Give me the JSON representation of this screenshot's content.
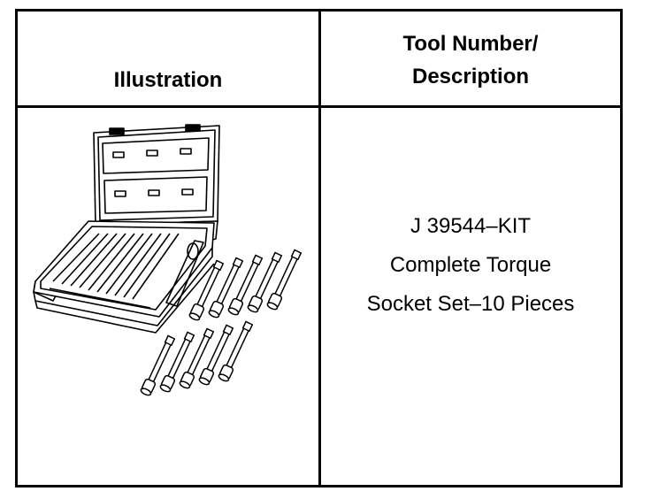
{
  "table": {
    "header": {
      "illustration": "Illustration",
      "tool_line1": "Tool Number/",
      "tool_line2": "Description"
    },
    "row": {
      "tool_number": "J 39544–KIT",
      "desc_line1": "Complete Torque",
      "desc_line2": "Socket Set–10 Pieces"
    }
  },
  "illustration": {
    "icon": "torque-socket-set-case-icon",
    "socket_count": 10
  }
}
